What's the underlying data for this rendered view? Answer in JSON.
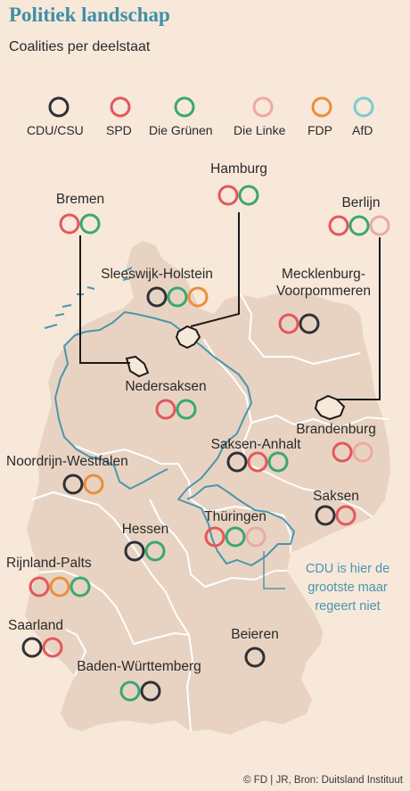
{
  "title": "Politiek landschap",
  "subtitle": "Coalities per deelstaat",
  "colors": {
    "background": "#f7e8da",
    "land": "#e8d3c2",
    "border": "#ffffff",
    "former_gdr_border": "#4a96ad",
    "title": "#3e8fa6"
  },
  "parties": [
    {
      "key": "cdu",
      "label": "CDU/CSU",
      "color": "#2f3138"
    },
    {
      "key": "spd",
      "label": "SPD",
      "color": "#e4575b"
    },
    {
      "key": "gruenen",
      "label": "Die Grünen",
      "color": "#3aa774"
    },
    {
      "key": "linke",
      "label": "Die Linke",
      "color": "#eda9a0"
    },
    {
      "key": "fdp",
      "label": "FDP",
      "color": "#ec8e3b"
    },
    {
      "key": "afd",
      "label": "AfD",
      "color": "#7dcbce"
    }
  ],
  "states": [
    {
      "name": "Hamburg",
      "coalition": [
        "spd",
        "gruenen"
      ]
    },
    {
      "name": "Bremen",
      "coalition": [
        "spd",
        "gruenen"
      ]
    },
    {
      "name": "Berlijn",
      "coalition": [
        "spd",
        "gruenen",
        "linke"
      ]
    },
    {
      "name": "Sleeswijk-Holstein",
      "coalition": [
        "cdu",
        "gruenen",
        "fdp"
      ]
    },
    {
      "name": "Mecklenburg-Voorpommeren",
      "line1": "Mecklenburg-",
      "line2": "Voorpommeren",
      "coalition": [
        "spd",
        "cdu"
      ]
    },
    {
      "name": "Nedersaksen",
      "coalition": [
        "spd",
        "gruenen"
      ]
    },
    {
      "name": "Brandenburg",
      "coalition": [
        "spd",
        "linke"
      ]
    },
    {
      "name": "Saksen-Anhalt",
      "coalition": [
        "cdu",
        "spd",
        "gruenen"
      ]
    },
    {
      "name": "Noordrijn-Westfalen",
      "coalition": [
        "cdu",
        "fdp"
      ]
    },
    {
      "name": "Saksen",
      "coalition": [
        "cdu",
        "spd"
      ]
    },
    {
      "name": "Hessen",
      "coalition": [
        "cdu",
        "gruenen"
      ]
    },
    {
      "name": "Thüringen",
      "coalition": [
        "spd",
        "gruenen",
        "linke"
      ]
    },
    {
      "name": "Rijnland-Palts",
      "coalition": [
        "spd",
        "fdp",
        "gruenen"
      ]
    },
    {
      "name": "Saarland",
      "coalition": [
        "cdu",
        "spd"
      ]
    },
    {
      "name": "Beieren",
      "coalition": [
        "cdu"
      ]
    },
    {
      "name": "Baden-Württemberg",
      "coalition": [
        "gruenen",
        "cdu"
      ]
    }
  ],
  "note": {
    "line1": "CDU is hier de",
    "line2": "grootste maar",
    "line3": "regeert niet"
  },
  "credit": "© FD | JR, Bron: Duitsland Instituut"
}
